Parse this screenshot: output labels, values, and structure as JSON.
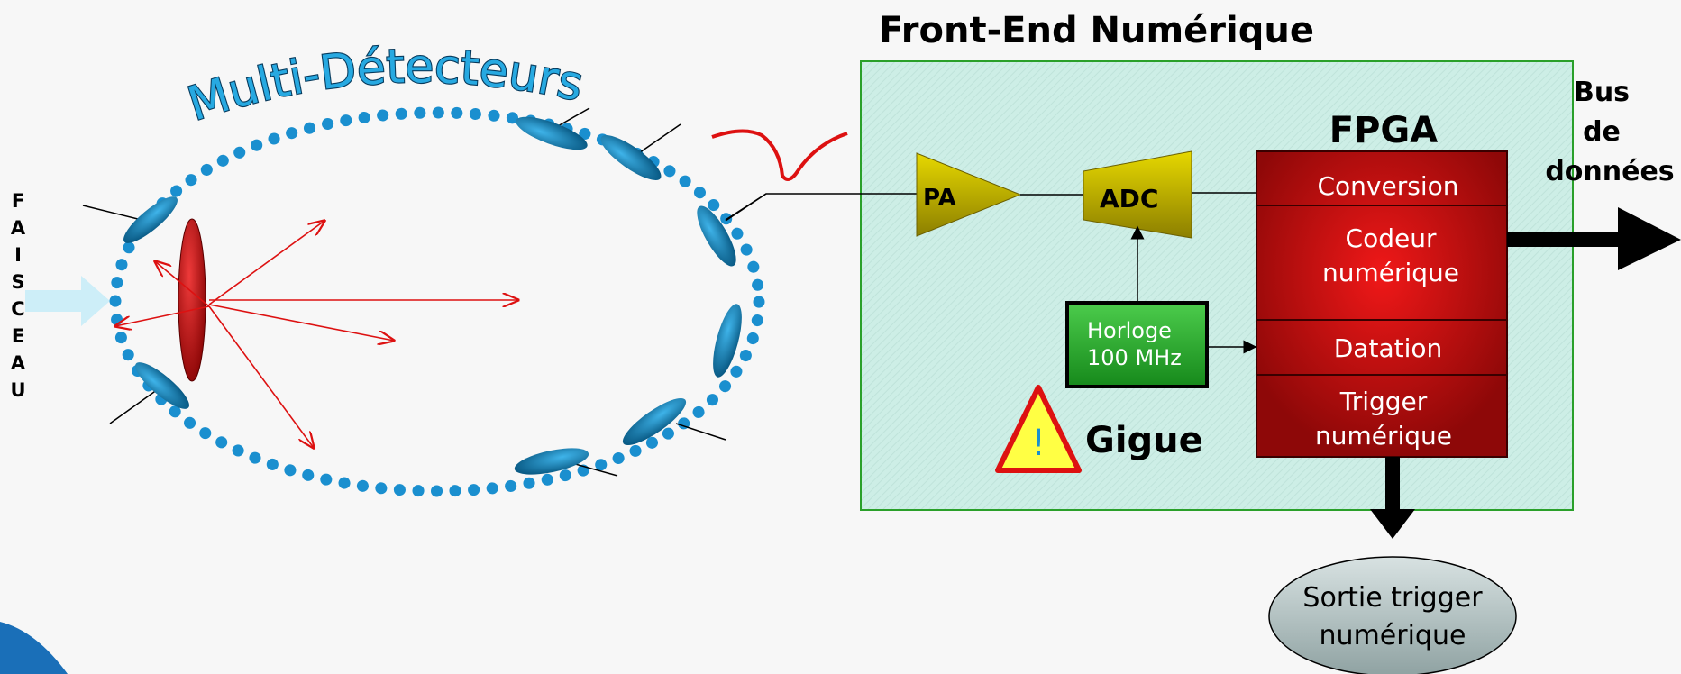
{
  "title_detectors": "Multi-Détecteurs",
  "title_frontend": "Front-End Numérique",
  "beam_letters": [
    "F",
    "A",
    "I",
    "S",
    "C",
    "E",
    "A",
    "U"
  ],
  "blocks": {
    "pa": "PA",
    "adc": "ADC",
    "fpga_title": "FPGA",
    "fpga_rows": [
      [
        "Conversion"
      ],
      [
        "Codeur",
        "numérique"
      ],
      [
        "Datation"
      ],
      [
        "Trigger",
        "numérique"
      ]
    ],
    "clock": [
      "Horloge",
      "100 MHz"
    ],
    "warning_symbol": "!",
    "jitter": "Gigue",
    "bus": [
      "Bus",
      "de",
      "données"
    ],
    "trigger_out": [
      "Sortie trigger",
      "numérique"
    ]
  },
  "colors": {
    "frontend_bg": "#cdeee6",
    "frontend_border": "#2aa02a",
    "fpga": "#b80d0d",
    "detector": "#1a8fcf",
    "target": "#cc1111",
    "signal": "#dd1111",
    "pa_adc": "#c9b800",
    "clock": "#2fb52f",
    "warning": "#ffff44",
    "output_ellipse": "#a9b8b8"
  },
  "icons": [
    "warning-triangle-icon",
    "beam-arrow-icon",
    "bus-arrow-icon",
    "trigger-output-arrow-icon"
  ]
}
